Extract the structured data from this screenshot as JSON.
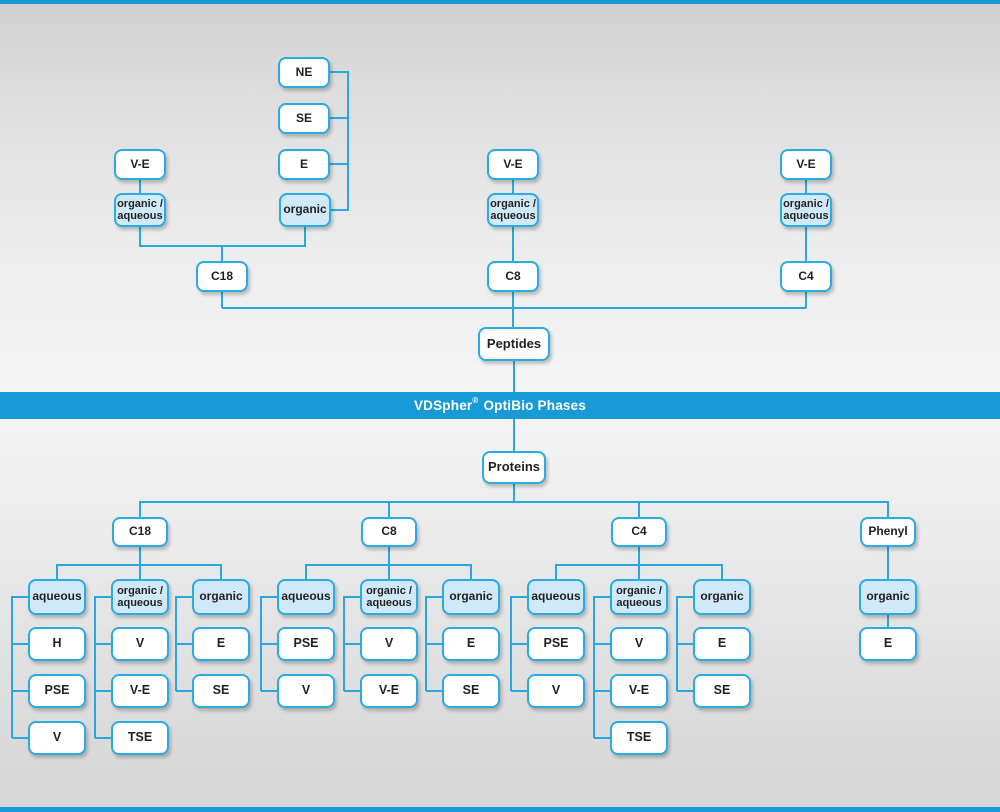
{
  "banner": {
    "brand": "VDSpher",
    "registered": "®",
    "rest": "OptiBio Phases"
  },
  "peptides": {
    "root": "Peptides",
    "eluents": [
      "NE",
      "SE",
      "E"
    ],
    "organic_mode": "organic",
    "columns": [
      {
        "category": "C18",
        "detector": "V-E",
        "mode": "organic /\naqueous"
      },
      {
        "category": "C8",
        "detector": "V-E",
        "mode": "organic /\naqueous"
      },
      {
        "category": "C4",
        "detector": "V-E",
        "mode": "organic /\naqueous"
      }
    ]
  },
  "proteins": {
    "root": "Proteins",
    "clusters": [
      {
        "category": "C18",
        "modes": [
          {
            "label": "aqueous",
            "children": [
              "H",
              "PSE",
              "V"
            ]
          },
          {
            "label": "organic /\naqueous",
            "children": [
              "V",
              "V-E",
              "TSE"
            ]
          },
          {
            "label": "organic",
            "children": [
              "E",
              "SE"
            ]
          }
        ]
      },
      {
        "category": "C8",
        "modes": [
          {
            "label": "aqueous",
            "children": [
              "PSE",
              "V"
            ]
          },
          {
            "label": "organic /\naqueous",
            "children": [
              "V",
              "V-E"
            ]
          },
          {
            "label": "organic",
            "children": [
              "E",
              "SE"
            ]
          }
        ]
      },
      {
        "category": "C4",
        "modes": [
          {
            "label": "aqueous",
            "children": [
              "PSE",
              "V"
            ]
          },
          {
            "label": "organic /\naqueous",
            "children": [
              "V",
              "V-E",
              "TSE"
            ]
          },
          {
            "label": "organic",
            "children": [
              "E",
              "SE"
            ]
          }
        ]
      },
      {
        "category": "Phenyl",
        "modes": [
          {
            "label": "organic",
            "children": [
              "E"
            ]
          }
        ]
      }
    ]
  },
  "colors": {
    "accent": "#189ad6",
    "line": "#29a8e0",
    "box_fill_light": "#cfe9f8"
  }
}
